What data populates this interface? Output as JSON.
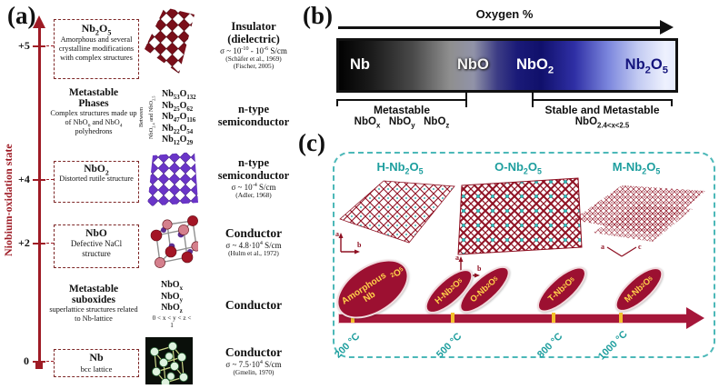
{
  "figure": {
    "panel_a": {
      "label": "(a)",
      "axis_title": "Niobium-oxidation state",
      "ticks": [
        {
          "value": "+5"
        },
        {
          "value": "+4"
        },
        {
          "value": "+2"
        },
        {
          "value": "0"
        }
      ],
      "rows": [
        {
          "oxide": "Nb_{2}O_{5}",
          "desc": "Amorphous and several crystalline modifications with complex structures",
          "property_line1": "Insulator",
          "property_line2": "(dielectric)",
          "sigma": "σ ~ 10^{-10} - 10^{-6} S/cm",
          "ref1": "(Schäfer et al., 1969)",
          "ref2": "(Fischer, 2005)"
        },
        {
          "title_line1": "Metastable",
          "title_line2": "Phases",
          "desc": "Complex structures made up of NbO_{6} and NbO_{4} polyhedrons",
          "between_note_line1": "Between",
          "between_note_line2": "NbO_{2.4} and NbO_{2.5}",
          "formulas": [
            "Nb_{53}O_{132}",
            "Nb_{25}O_{62}",
            "Nb_{47}O_{116}",
            "Nb_{22}O_{54}",
            "Nb_{12}O_{29}"
          ],
          "property_line1": "n-type",
          "property_line2": "semiconductor"
        },
        {
          "oxide": "NbO_{2}",
          "desc": "Distorted rutile structure",
          "property_line1": "n-type",
          "property_line2": "semiconductor",
          "sigma": "σ ~ 10^{-4} S/cm",
          "ref1": "(Adler, 1968)"
        },
        {
          "oxide": "NbO",
          "desc": "Defective NaCl structure",
          "property_line1": "Conductor",
          "sigma": "σ ~ 4.8·10^{4} S/cm",
          "ref1": "(Hulm et al., 1972)"
        },
        {
          "title_line1": "Metastable",
          "title_line2": "suboxides",
          "desc": "superlattice structures related to Nb-lattice",
          "formulas": [
            "NbO_{x}",
            "NbO_{y}",
            "NbO_{z}"
          ],
          "range": "0 < x < y < z < 1",
          "property_line1": "Conductor"
        },
        {
          "oxide": "Nb",
          "desc": "bcc lattice",
          "property_line1": "Conductor",
          "sigma": "σ ~ 7.5·10^{4} S/cm",
          "ref1": "(Gmelin, 1970)"
        }
      ]
    },
    "panel_b": {
      "label": "(b)",
      "arrow_label": "Oxygen %",
      "bar_labels": [
        "Nb",
        "NbO",
        "NbO_{2}",
        "Nb_{2}O_{5}"
      ],
      "left_region": {
        "title": "Metastable",
        "formulas": "NbO_{x}   NbO_{y}   NbO_{z}"
      },
      "right_region": {
        "title": "Stable and Metastable",
        "formula": "NbO_{2.4<x<2.5}"
      }
    },
    "panel_c": {
      "label": "(c)",
      "structures": [
        {
          "name": "H-Nb_{2}O_{5}",
          "axis_v": "a",
          "axis_h": "b"
        },
        {
          "name": "O-Nb_{2}O_{5}",
          "axis_v": "a",
          "axis_h": "b"
        },
        {
          "name": "M-Nb_{2}O_{5}",
          "axis_v": "a",
          "axis_h": "c"
        }
      ],
      "timeline": {
        "badges": [
          {
            "text": "Amorphous Nb_{2}O_{5}"
          },
          {
            "text": "H-Nb_{2}O_{5}"
          },
          {
            "text": "O-Nb_{2}O_{5}"
          },
          {
            "text": "T-Nb_{2}O_{5}"
          },
          {
            "text": "M-Nb_{2}O_{5}"
          }
        ],
        "temperatures": [
          "200 °C",
          "500 °C",
          "800 °C",
          "1000 °C"
        ]
      }
    },
    "colors": {
      "axis_red": "#9e1b25",
      "dark_red_structure": "#7a0f1a",
      "purple_structure": "#6a35c8",
      "teal": "#1d9e9e",
      "badge_red": "#9c1031",
      "badge_text": "#ffd04a",
      "navy_label": "#15157d",
      "timeline_red": "#a5173a",
      "tick_yellow": "#f3c02c"
    }
  }
}
